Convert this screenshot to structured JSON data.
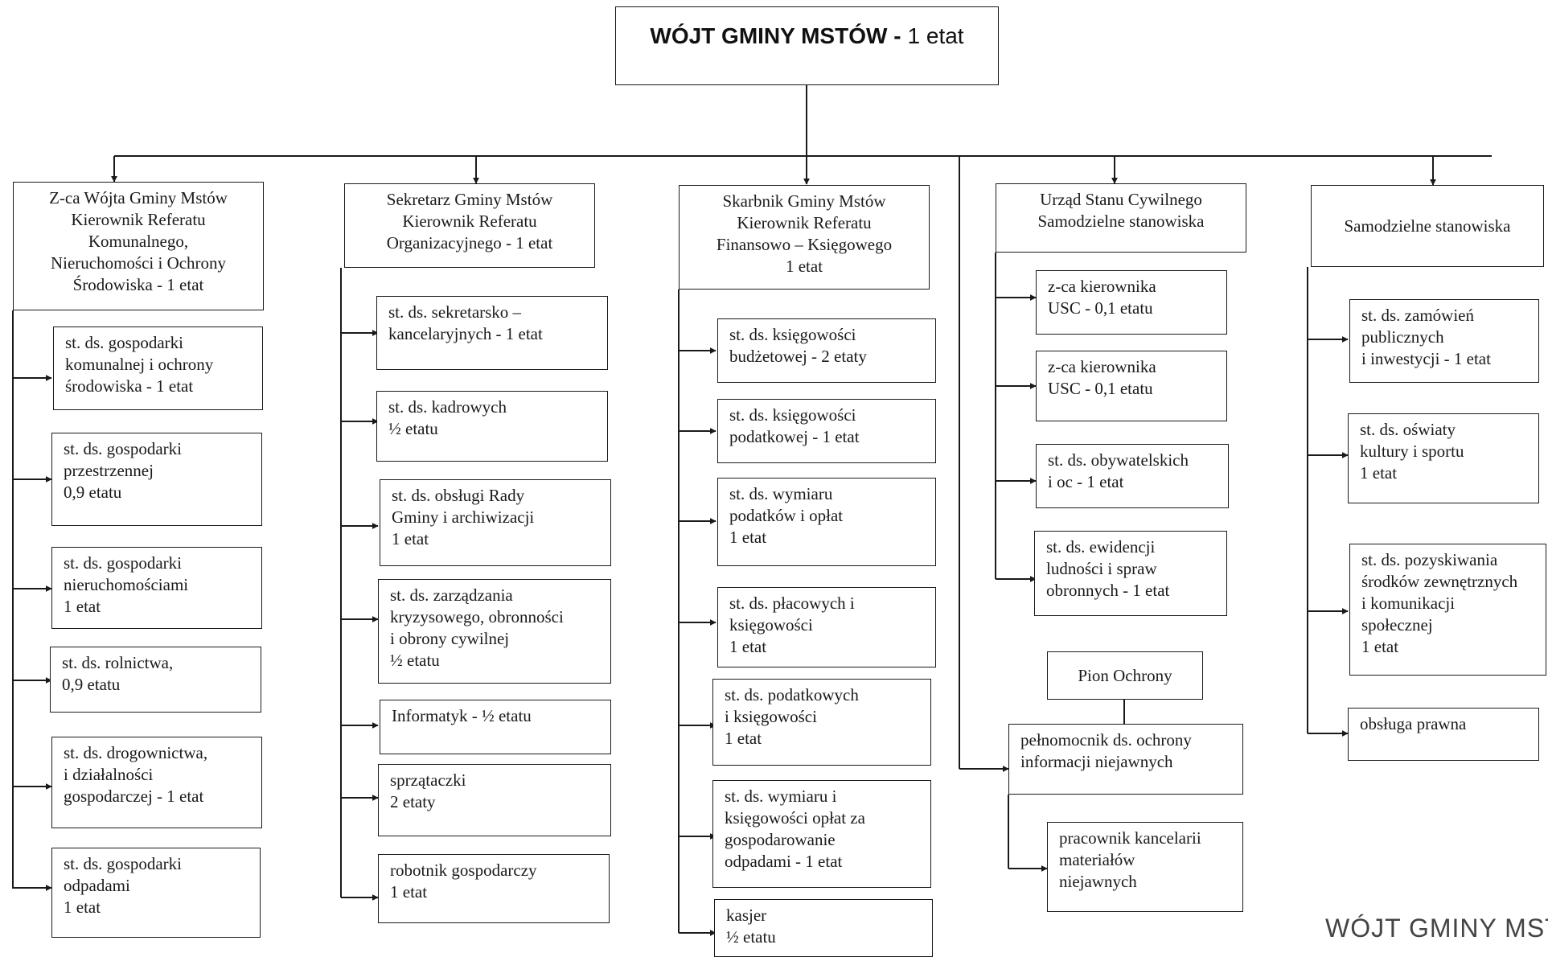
{
  "top": {
    "name": "WÓJT GMINY MSTÓW -",
    "etat": "1 etat"
  },
  "columns": [
    {
      "header": "Z-ca Wójta Gminy Mstów\nKierownik Referatu\nKomunalnego,\nNieruchomości i Ochrony\nŚrodowiska - 1 etat",
      "items": [
        "st. ds. gospodarki\nkomunalnej i ochrony\nśrodowiska  - 1 etat",
        "st. ds. gospodarki\nprzestrzennej\n0,9  etatu",
        "st. ds. gospodarki\nnieruchomościami\n1 etat",
        "st. ds. rolnictwa,\n0,9  etatu",
        "st. ds. drogownictwa,\ni działalności\ngospodarczej   -  1 etat",
        "st. ds. gospodarki\nodpadami\n1  etat"
      ]
    },
    {
      "header": "Sekretarz Gminy Mstów\nKierownik Referatu\nOrganizacyjnego - 1 etat",
      "items": [
        "st. ds. sekretarsko –\nkancelaryjnych - 1 etat",
        "st. ds. kadrowych\n½ etatu",
        "st. ds. obsługi Rady\nGminy i archiwizacji\n1 etat",
        "st. ds. zarządzania\nkryzysowego, obronności\ni obrony cywilnej\n½ etatu",
        "Informatyk - ½ etatu",
        "sprzątaczki\n2 etaty",
        "robotnik gospodarczy\n1 etat"
      ]
    },
    {
      "header": "Skarbnik Gminy Mstów\nKierownik Referatu\nFinansowo – Księgowego\n1 etat",
      "items": [
        "st. ds. księgowości\nbudżetowej  - 2 etaty",
        "st. ds. księgowości\npodatkowej  - 1 etat",
        "st. ds. wymiaru\npodatków i opłat\n1 etat",
        "st. ds. płacowych i\nksięgowości\n1 etat",
        "st. ds. podatkowych\ni księgowości\n1 etat",
        "st. ds. wymiaru i\nksięgowości opłat za\ngospodarowanie\nodpadami - 1 etat",
        "kasjer\n½ etatu"
      ]
    },
    {
      "header": "Urząd Stanu Cywilnego\nSamodzielne stanowiska",
      "items": [
        "z-ca kierownika\nUSC -  0,1 etatu",
        "z-ca kierownika\nUSC -  0,1 etatu",
        "st. ds. obywatelskich\ni oc - 1 etat",
        "st. ds. ewidencji\nludności i spraw\nobronnych - 1 etat"
      ],
      "pion": {
        "header": "Pion Ochrony",
        "items": [
          "pełnomocnik ds. ochrony\ninformacji niejawnych",
          "pracownik kancelarii\nmateriałów\nniejawnych"
        ]
      }
    },
    {
      "header": "Samodzielne stanowiska",
      "items": [
        "st. ds. zamówień\npublicznych\ni inwestycji  -  1 etat",
        "st. ds. oświaty\nkultury i sportu\n1 etat",
        "st. ds. pozyskiwania\nśrodków zewnętrznych\ni komunikacji\nspołecznej\n1 etat",
        "obsługa prawna"
      ]
    }
  ],
  "stamp": "WÓJT GMINY MSTÓW"
}
